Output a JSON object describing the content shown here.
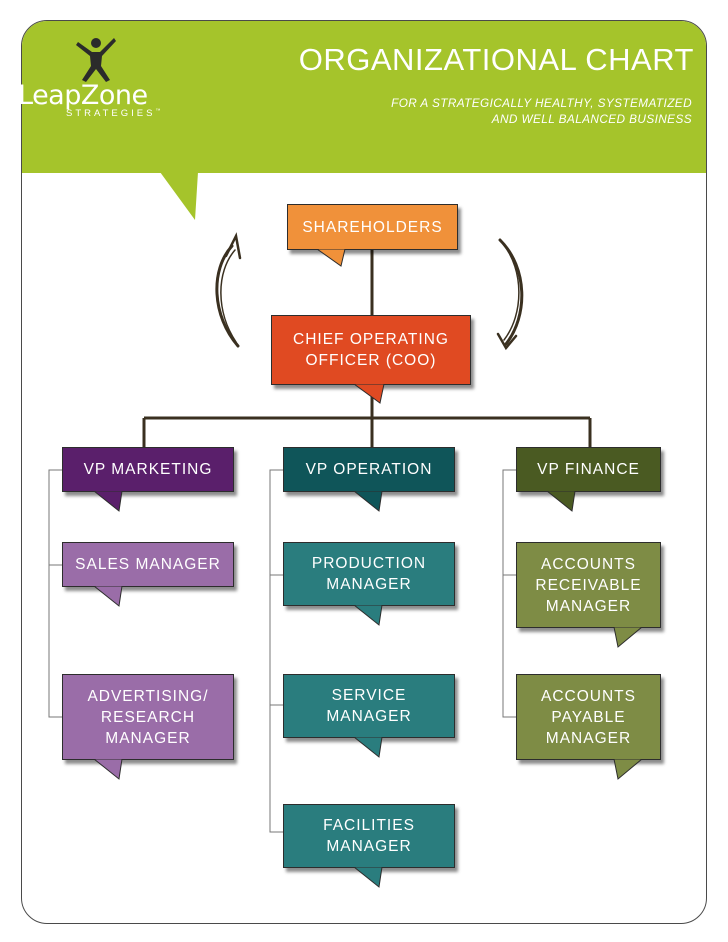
{
  "header": {
    "title": "ORGANIZATIONAL CHART",
    "subtitle_line1": "FOR A STRATEGICALLY HEALTHY, SYSTEMATIZED",
    "subtitle_line2": "AND WELL BALANCED BUSINESS",
    "logo_name": "LeapZone",
    "logo_sub": "STRATEGIES",
    "logo_tm": "™"
  },
  "colors": {
    "banner": "#a5c42b",
    "shareholders": "#f0913a",
    "coo": "#e04a22",
    "marketing_vp": "#5a1f6b",
    "marketing_sub": "#9a6da8",
    "operation_vp": "#0f5559",
    "operation_sub": "#2a7d7e",
    "finance_vp": "#4a5a22",
    "finance_sub": "#7e8c45",
    "connector": "#3a3020"
  },
  "nodes": {
    "shareholders": "SHAREHOLDERS",
    "coo_line1": "CHIEF OPERATING",
    "coo_line2": "OFFICER (COO)",
    "vp_marketing": "VP MARKETING",
    "vp_operation": "VP OPERATION",
    "vp_finance": "VP FINANCE",
    "sales_manager": "SALES MANAGER",
    "advertising_line1": "ADVERTISING/",
    "advertising_line2": "RESEARCH",
    "advertising_line3": "MANAGER",
    "production_line1": "PRODUCTION",
    "production_line2": "MANAGER",
    "service_line1": "SERVICE",
    "service_line2": "MANAGER",
    "facilities_line1": "FACILITIES",
    "facilities_line2": "MANAGER",
    "ar_line1": "ACCOUNTS",
    "ar_line2": "RECEIVABLE",
    "ar_line3": "MANAGER",
    "ap_line1": "ACCOUNTS",
    "ap_line2": "PAYABLE",
    "ap_line3": "MANAGER"
  }
}
